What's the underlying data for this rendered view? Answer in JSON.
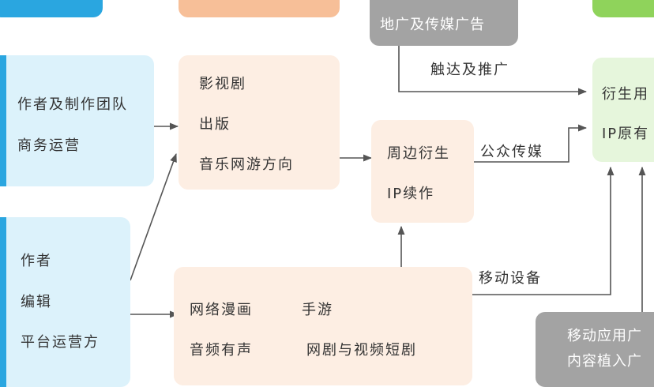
{
  "boxes": {
    "author_team": {
      "line1": "作者及制作团队",
      "line2": "商务运营"
    },
    "creators": {
      "line1": "作者",
      "line2": "编辑",
      "line3": "平台运营方"
    },
    "adaptation": {
      "line1": "影视剧",
      "line2": "出版",
      "line3": "音乐网游方向"
    },
    "media_content": {
      "r1c1": "网络漫画",
      "r1c2": "手游",
      "r2c1": "音频有声",
      "r2c2": "网剧与视频短剧"
    },
    "derivatives": {
      "line1": "周边衍生",
      "line2": "IP续作"
    },
    "ground_ads": {
      "text": "地广及传媒广告"
    },
    "right_green": {
      "line1": "衍生用",
      "line2": "IP原有"
    },
    "mobile_app_ads": {
      "line1": "移动应用广",
      "line2": "内容植入广"
    }
  },
  "edge_labels": {
    "reach_promote": "触达及推广",
    "public_media": "公众传媒",
    "mobile_device": "移动设备"
  },
  "colors": {
    "blue_fill": "#dcf2fb",
    "blue_accent": "#2aa6e0",
    "peach_fill": "#fdeee3",
    "peach_header": "#f7bf98",
    "gray_fill": "#a3a3a3",
    "green_fill": "#e6f6dc",
    "green_header": "#8fd35b",
    "arrow": "#555555"
  }
}
